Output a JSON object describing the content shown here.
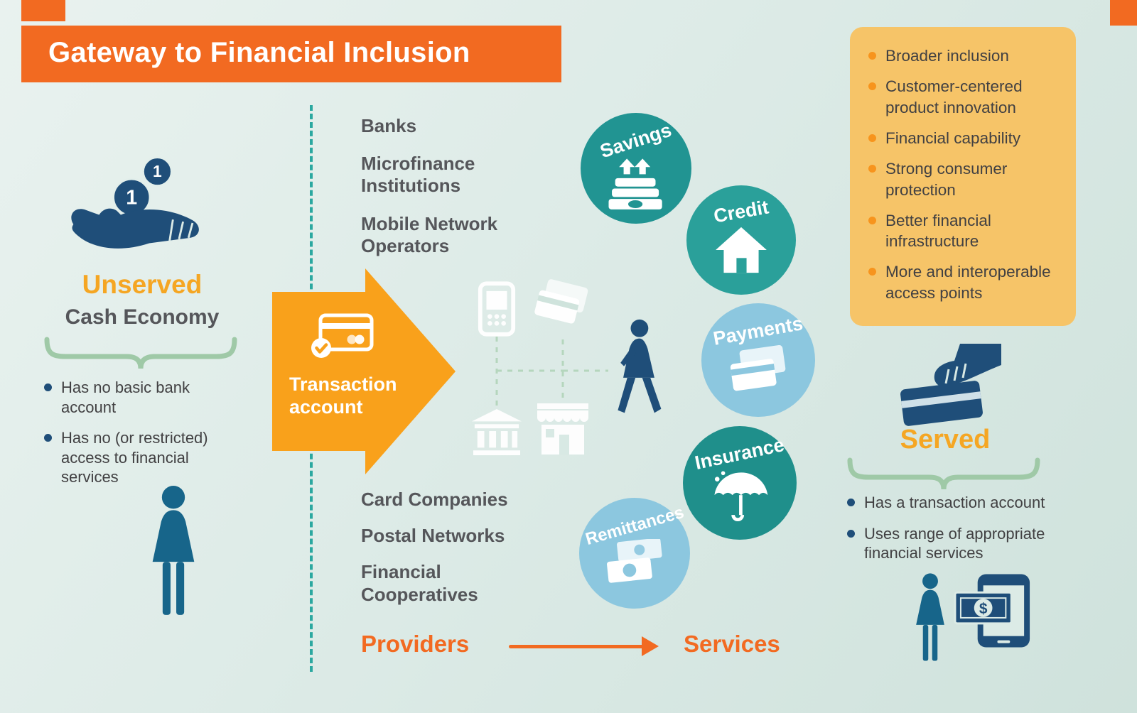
{
  "title": "Gateway to Financial Inclusion",
  "palette": {
    "banner_orange": "#F26A21",
    "arrow_orange": "#F9A11B",
    "heading_orange": "#F5A623",
    "flow_orange": "#F26A21",
    "teal_circle": "#219492",
    "teal_circle_dark": "#1F8F8B",
    "light_blue_circle": "#8CC7DF",
    "benefits_bg": "#F6C468",
    "benefits_dot": "#F7941D",
    "navy": "#1F4E79",
    "text_gray": "#55565A",
    "brace_green": "#9FC9A7",
    "divider_teal": "#2BA8A0"
  },
  "unserved": {
    "heading": "Unserved",
    "subheading": "Cash Economy",
    "bullets": [
      "Has no basic bank account",
      "Has no (or restricted) access to financial services"
    ]
  },
  "transaction": {
    "label": "Transaction account"
  },
  "providers": {
    "top": [
      "Banks",
      "Microfinance Institutions",
      "Mobile Network Operators"
    ],
    "bottom": [
      "Card Companies",
      "Postal Networks",
      "Financial Cooperatives"
    ]
  },
  "services": {
    "items": [
      {
        "label": "Savings",
        "icon": "cash-growth-icon"
      },
      {
        "label": "Credit",
        "icon": "house-icon"
      },
      {
        "label": "Payments",
        "icon": "payment-cards-icon"
      },
      {
        "label": "Insurance",
        "icon": "umbrella-icon"
      },
      {
        "label": "Remittances",
        "icon": "banknotes-icon"
      }
    ]
  },
  "flow": {
    "from": "Providers",
    "to": "Services"
  },
  "benefits": {
    "items": [
      "Broader inclusion",
      "Customer-centered product innovation",
      "Financial capability",
      "Strong consumer protection",
      "Better financial infrastructure",
      "More and interoperable access points"
    ]
  },
  "served": {
    "heading": "Served",
    "bullets": [
      "Has a transaction account",
      "Uses range of appropriate financial services"
    ]
  },
  "icon_names": [
    "hand-receiving-coins-icon",
    "woman-figure-icon",
    "card-check-icon",
    "mobile-phone-icon",
    "bank-cards-icon",
    "bank-building-icon",
    "shop-icon",
    "walking-woman-icon",
    "cash-growth-icon",
    "house-icon",
    "payment-cards-icon",
    "umbrella-icon",
    "banknotes-icon",
    "hand-with-card-icon",
    "mobile-money-icon"
  ]
}
